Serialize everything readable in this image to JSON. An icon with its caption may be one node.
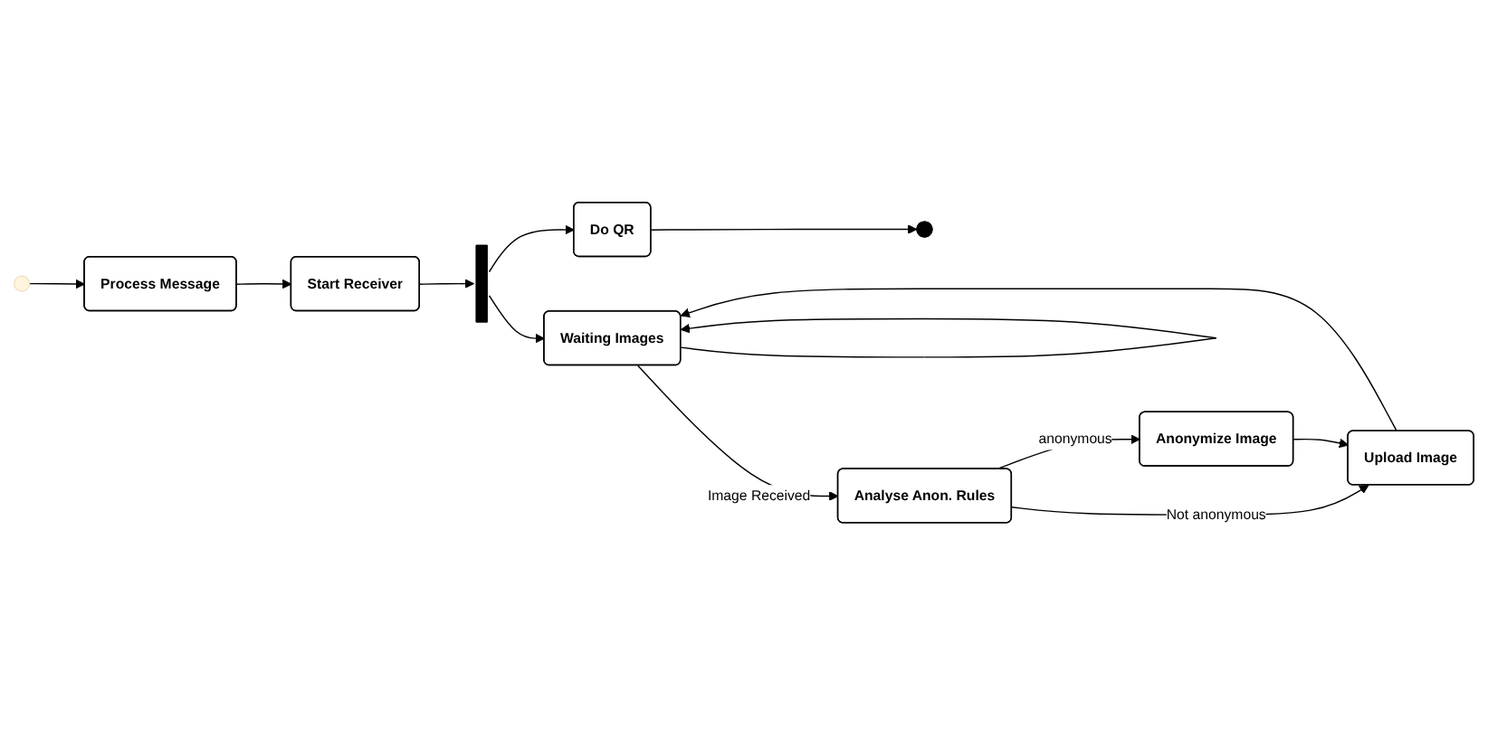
{
  "diagram": {
    "nodes": [
      {
        "text": [],
        "shape": "circle"
      },
      {
        "text": [
          "Process Message"
        ]
      },
      {
        "text": [
          "Start Receiver"
        ]
      },
      {
        "text": [],
        "shape": "bar"
      },
      {
        "text": [
          "Do QR"
        ]
      },
      {
        "text": [],
        "shape": "circle"
      },
      {
        "text": [
          "Waiting Images"
        ]
      },
      {
        "text": [
          "Analyse Anon. Rules"
        ]
      },
      {
        "text": [
          "Upload Image"
        ]
      },
      {
        "text": [
          "Anonymize Image"
        ]
      }
    ],
    "edges": [
      {
        "from": 0,
        "to": 1,
        "arrow": "to"
      },
      {
        "from": 1,
        "to": 2,
        "arrow": "to"
      },
      {
        "from": 2,
        "to": 3,
        "arrow": "to"
      },
      {
        "from": 3,
        "to": 4,
        "arrow": "to"
      },
      {
        "from": 3,
        "to": 6,
        "arrow": "to"
      },
      {
        "from": 4,
        "to": 5,
        "arrow": "to"
      },
      {
        "from": 6,
        "to": 6,
        "arrow": "to"
      },
      {
        "from": 6,
        "to": 7,
        "arrow": "to",
        "label": "Image Received"
      },
      {
        "from": 7,
        "to": 8,
        "arrow": "to",
        "label": "Not anonymous"
      },
      {
        "from": 7,
        "to": 9,
        "arrow": "to",
        "label": "anonymous"
      },
      {
        "from": 9,
        "to": 8,
        "arrow": "to"
      },
      {
        "from": 8,
        "to": 6,
        "arrow": "to"
      }
    ]
  }
}
